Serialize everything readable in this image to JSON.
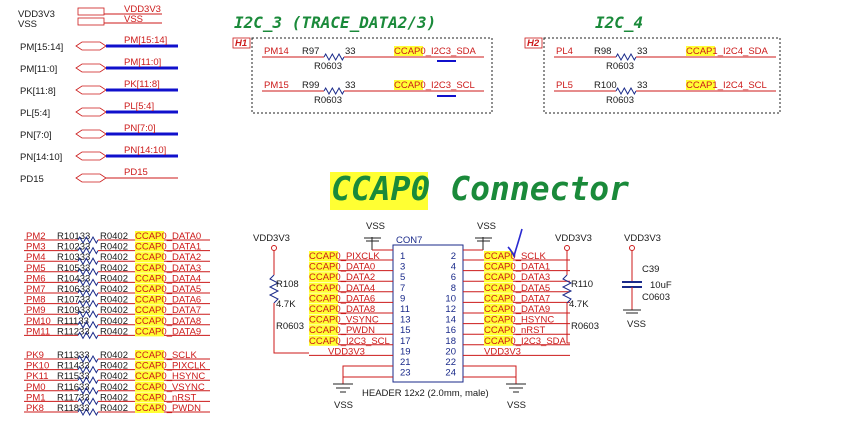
{
  "power_labels": [
    {
      "net": "VDD3V3",
      "flag": "VDD3V3"
    },
    {
      "net": "VSS",
      "flag": "VSS"
    }
  ],
  "port_nets": [
    {
      "port": "PM[15:14]",
      "bus": "PM[15:14]"
    },
    {
      "port": "PM[11:0]",
      "bus": "PM[11:0]"
    },
    {
      "port": "PK[11:8]",
      "bus": "PK[11:8]"
    },
    {
      "port": "PL[5:4]",
      "bus": "PL[5:4]"
    },
    {
      "port": "PN[7:0]",
      "bus": "PN[7:0]"
    },
    {
      "port": "PN[14:10]",
      "bus": "PN[14:10]"
    },
    {
      "port": "PD15",
      "bus": "PD15"
    }
  ],
  "i2c3": {
    "title": "I2C_3 (TRACE_DATA2/3)",
    "tag": "H1",
    "rows": [
      {
        "pin": "PM14",
        "ref": "R97",
        "val": "33",
        "pkg": "R0603",
        "hl": "CCAP",
        "net": "0_I2C3_SDA"
      },
      {
        "pin": "PM15",
        "ref": "R99",
        "val": "33",
        "pkg": "R0603",
        "hl": "CCAP",
        "net": "0_I2C3_SCL"
      }
    ]
  },
  "i2c4": {
    "title": "I2C_4",
    "tag": "H2",
    "rows": [
      {
        "pin": "PL4",
        "ref": "R98",
        "val": "33",
        "pkg": "R0603",
        "hl": "CCAP",
        "net": "1_I2C4_SDA"
      },
      {
        "pin": "PL5",
        "ref": "R100",
        "val": "33",
        "pkg": "R0603",
        "hl": "CCAP",
        "net": "1_I2C4_SCL"
      }
    ]
  },
  "heading": {
    "highlight": "CCAP",
    "rest": "0 Connector"
  },
  "resistor_rows": [
    {
      "pin": "PM2",
      "ref": "R101",
      "val": "33",
      "pkg": "R0402",
      "hl": "CCAP",
      "net": "0_DATA0"
    },
    {
      "pin": "PM3",
      "ref": "R102",
      "val": "33",
      "pkg": "R0402",
      "hl": "CCAP",
      "net": "0_DATA1"
    },
    {
      "pin": "PM4",
      "ref": "R103",
      "val": "33",
      "pkg": "R0402",
      "hl": "CCAP",
      "net": "0_DATA2"
    },
    {
      "pin": "PM5",
      "ref": "R105",
      "val": "33",
      "pkg": "R0402",
      "hl": "CCAP",
      "net": "0_DATA3"
    },
    {
      "pin": "PM6",
      "ref": "R104",
      "val": "33",
      "pkg": "R0402",
      "hl": "CCAP",
      "net": "0_DATA4"
    },
    {
      "pin": "PM7",
      "ref": "R106",
      "val": "33",
      "pkg": "R0402",
      "hl": "CCAP",
      "net": "0_DATA5"
    },
    {
      "pin": "PM8",
      "ref": "R107",
      "val": "33",
      "pkg": "R0402",
      "hl": "CCAP",
      "net": "0_DATA6"
    },
    {
      "pin": "PM9",
      "ref": "R109",
      "val": "33",
      "pkg": "R0402",
      "hl": "CCAP",
      "net": "0_DATA7"
    },
    {
      "pin": "PM10",
      "ref": "R111",
      "val": "33",
      "pkg": "R0402",
      "hl": "CCAP",
      "net": "0_DATA8"
    },
    {
      "pin": "PM11",
      "ref": "R112",
      "val": "33",
      "pkg": "R0402",
      "hl": "CCAP",
      "net": "0_DATA9"
    },
    {
      "pin": "PK9",
      "ref": "R113",
      "val": "33",
      "pkg": "R0402",
      "hl": "CCAP",
      "net": "0_SCLK"
    },
    {
      "pin": "PK10",
      "ref": "R114",
      "val": "33",
      "pkg": "R0402",
      "hl": "CCAP",
      "net": "0_PIXCLK"
    },
    {
      "pin": "PK11",
      "ref": "R115",
      "val": "33",
      "pkg": "R0402",
      "hl": "CCAP",
      "net": "0_HSYNC"
    },
    {
      "pin": "PM0",
      "ref": "R116",
      "val": "33",
      "pkg": "R0402",
      "hl": "CCAP",
      "net": "0_VSYNC"
    },
    {
      "pin": "PM1",
      "ref": "R117",
      "val": "33",
      "pkg": "R0402",
      "hl": "CCAP",
      "net": "0_nRST"
    },
    {
      "pin": "PK8",
      "ref": "R118",
      "val": "33",
      "pkg": "R0402",
      "hl": "CCAP",
      "net": "0_PWDN"
    }
  ],
  "connector": {
    "ref": "CON7",
    "desc": "HEADER 12x2 (2.0mm, male)",
    "left": [
      {
        "pin": "1",
        "hl": "CCAP",
        "net": "0_PIXCLK"
      },
      {
        "pin": "3",
        "hl": "CCAP",
        "net": "0_DATA0"
      },
      {
        "pin": "5",
        "hl": "CCAP",
        "net": "0_DATA2"
      },
      {
        "pin": "7",
        "hl": "CCAP",
        "net": "0_DATA4"
      },
      {
        "pin": "9",
        "hl": "CCAP",
        "net": "0_DATA6"
      },
      {
        "pin": "11",
        "hl": "CCAP",
        "net": "0_DATA8"
      },
      {
        "pin": "13",
        "hl": "CCAP",
        "net": "0_VSYNC"
      },
      {
        "pin": "15",
        "hl": "CCAP",
        "net": "0_PWDN"
      },
      {
        "pin": "17",
        "hl": "CCAP",
        "net": "0_I2C3_SCL"
      },
      {
        "pin": "19",
        "hl": "",
        "net": "VDD3V3"
      },
      {
        "pin": "21",
        "hl": "",
        "net": ""
      },
      {
        "pin": "23",
        "hl": "",
        "net": ""
      }
    ],
    "right": [
      {
        "pin": "2",
        "hl": "CCAP",
        "net": "0_SCLK"
      },
      {
        "pin": "4",
        "hl": "CCAP",
        "net": "0_DATA1"
      },
      {
        "pin": "6",
        "hl": "CCAP",
        "net": "0_DATA3"
      },
      {
        "pin": "8",
        "hl": "CCAP",
        "net": "0_DATA5"
      },
      {
        "pin": "10",
        "hl": "CCAP",
        "net": "0_DATA7"
      },
      {
        "pin": "12",
        "hl": "CCAP",
        "net": "0_DATA9"
      },
      {
        "pin": "14",
        "hl": "CCAP",
        "net": "0_HSYNC"
      },
      {
        "pin": "16",
        "hl": "CCAP",
        "net": "0_nRST"
      },
      {
        "pin": "18",
        "hl": "CCAP",
        "net": "0_I2C3_SDA"
      },
      {
        "pin": "20",
        "hl": "",
        "net": "VDD3V3"
      },
      {
        "pin": "22",
        "hl": "",
        "net": ""
      },
      {
        "pin": "24",
        "hl": "",
        "net": ""
      }
    ]
  },
  "r108": {
    "power": "VDD3V3",
    "ref": "R108",
    "val": "4.7K",
    "pkg": "R0603"
  },
  "r110": {
    "power": "VDD3V3",
    "ref": "R110",
    "val": "4.7K",
    "pkg": "R0603"
  },
  "c39": {
    "power": "VDD3V3",
    "ref": "C39",
    "val": "10uF",
    "pkg": "C0603",
    "gnd": "VSS"
  },
  "gnd_labels": {
    "top_left": "VSS",
    "top_right": "VSS",
    "bot_left": "VSS",
    "bot_right": "VSS"
  },
  "colors": {
    "highlight": "#ffff33",
    "net": "#cc1a1a",
    "bus": "#1010cc",
    "heading": "#1a8a3a"
  }
}
